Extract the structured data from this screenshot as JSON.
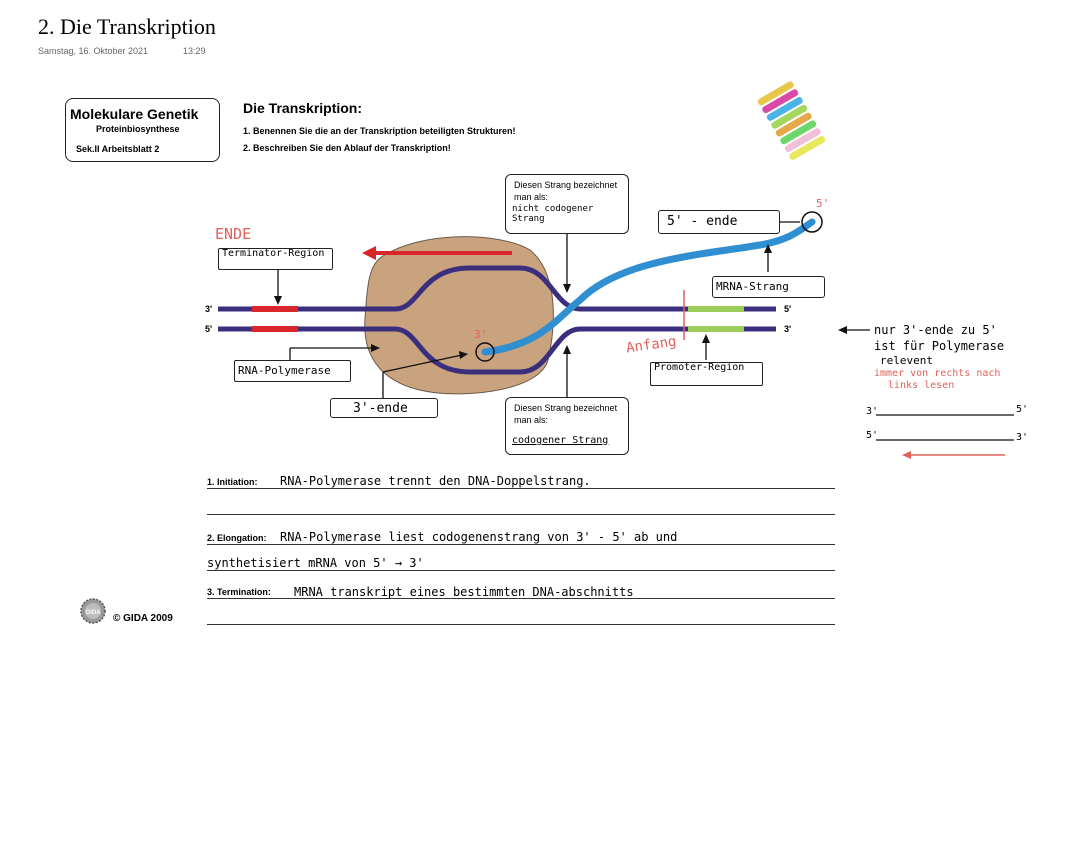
{
  "note": {
    "title": "2. Die Transkription",
    "date": "Samstag, 16. Oktober 2021",
    "time": "13:29"
  },
  "worksheet": {
    "box_title": "Molekulare Genetik",
    "box_sub": "Proteinbiosynthese",
    "box_level": "Sek.II  Arbeitsblatt 2",
    "heading": "Die Transkription:",
    "task1": "1. Benennen Sie die an der Transkription beteiligten Strukturen!",
    "task2": "2. Beschreiben Sie den Ablauf der Transkription!"
  },
  "diagram": {
    "label_top_printed": "Diesen Strang bezeichnet man als:",
    "label_top_hw": "nicht codogener Strang",
    "label_bottom_printed": "Diesen Strang bezeichnet man als:",
    "label_bottom_hw": "codogener Strang",
    "end_red": "ENDE",
    "terminator": "Terminator-Region",
    "five_end": "5' - ende",
    "five_red": "5'",
    "mrna": "MRNA-Strang",
    "three_top": "3'",
    "five_left": "5'",
    "five_right_top": "5'",
    "three_right_bottom": "3'",
    "three_red": "3'",
    "anfang": "Anfang",
    "promoter": "Promoter-Region",
    "rna_poly": "RNA-Polymerase",
    "three_end": "3'-ende"
  },
  "side_note": {
    "line1": "nur 3'-ende zu 5'",
    "line2": "ist für Polymerase",
    "line3": "relevent",
    "line4": "immer von rechts nach",
    "line5": "links lesen",
    "s_three_left": "3'",
    "s_five_right": "5'",
    "s_five_left": "5'",
    "s_three_right": "3'"
  },
  "answers": {
    "init_label": "1. Initiation:",
    "init_text": "RNA-Polymerase trennt den DNA-Doppelstrang.",
    "elong_label": "2. Elongation:",
    "elong_text": "RNA-Polymerase liest codogenenstrang von 3' - 5' ab und",
    "elong_text2": "synthetisiert   mRNA   von 5' → 3'",
    "term_label": "3. Termination:",
    "term_text": "MRNA transkript eines bestimmten DNA-abschnitts"
  },
  "copyright": "© GIDA 2009",
  "logo_text": "GIDA",
  "colors": {
    "dna_purple": "#3a2f7d",
    "mrna_blue": "#2f8fd0",
    "polymerase": "#c9a27e",
    "terminator_red": "#d9262b",
    "promoter_green": "#9ccc5a",
    "handwriting_red": "#e0605a"
  }
}
